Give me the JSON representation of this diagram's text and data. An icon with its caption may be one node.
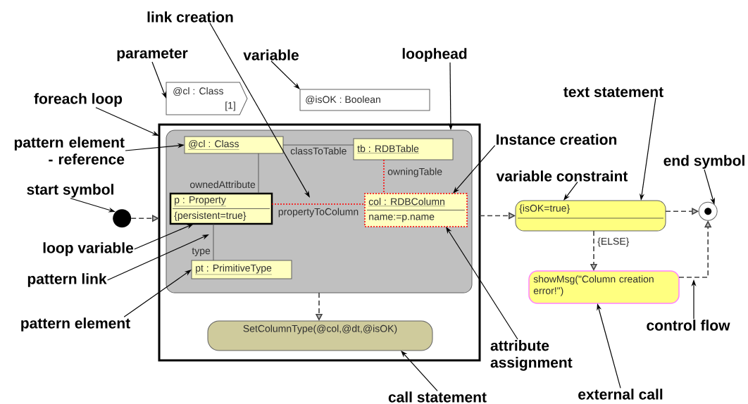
{
  "diagram": {
    "nodes": [
      {
        "text": [],
        "shape": "box"
      },
      {
        "text": [],
        "shape": "box",
        "in": 0
      },
      {
        "text": [
          "@cl : Class"
        ],
        "in": 1
      },
      {
        "text": [
          "tb : RDBTable"
        ],
        "in": 1
      },
      {
        "text": [
          "p : Property",
          "{persistent=true}"
        ],
        "in": 1
      },
      {
        "text": [
          "col : RDBColumn",
          "name:=p.name"
        ],
        "in": 1
      },
      {
        "text": [
          "pt : PrimitiveType"
        ],
        "in": 1
      },
      {
        "text": [
          "SetColumnType(@col,@dt,@isOK)"
        ],
        "in": 0
      },
      {
        "text": [
          "@cl : Class",
          "[1]"
        ]
      },
      {
        "text": [
          "@isOK : Boolean"
        ]
      },
      {
        "text": [],
        "shape": "circle"
      },
      {
        "text": [
          "{isOK=true}"
        ]
      },
      {
        "text": [],
        "shape": "circle"
      },
      {
        "text": [
          "showMsg(\"Column creation error!\")"
        ]
      },
      {
        "text": [
          "link creation"
        ]
      },
      {
        "text": [
          "parameter"
        ]
      },
      {
        "text": [
          "variable"
        ]
      },
      {
        "text": [
          "loophead"
        ]
      },
      {
        "text": [
          "foreach loop"
        ]
      },
      {
        "text": [
          "pattern element - reference"
        ]
      },
      {
        "text": [
          "start symbol"
        ]
      },
      {
        "text": [
          "Instance creation"
        ]
      },
      {
        "text": [
          "text statement"
        ]
      },
      {
        "text": [
          "variable constraint"
        ]
      },
      {
        "text": [
          "end symbol"
        ]
      },
      {
        "text": [
          "loop variable"
        ]
      },
      {
        "text": [
          "pattern link"
        ]
      },
      {
        "text": [
          "pattern element"
        ]
      },
      {
        "text": [
          "attribute assignment"
        ]
      },
      {
        "text": [
          "control flow"
        ]
      },
      {
        "text": [
          "external call"
        ]
      },
      {
        "text": [
          "call statement"
        ]
      }
    ],
    "edges": [
      {
        "from": 2,
        "to": 3,
        "arrow": "none",
        "label": "classToTable"
      },
      {
        "from": 2,
        "to": 4,
        "arrow": "none",
        "label": "ownedAttribute"
      },
      {
        "from": 3,
        "to": 5,
        "arrow": "none",
        "label": "owningTable",
        "style": "dashed",
        "color": "#ff0000"
      },
      {
        "from": 4,
        "to": 5,
        "arrow": "none",
        "label": "propertyToColumn",
        "style": "dashed",
        "color": "#ff0000"
      },
      {
        "from": 4,
        "to": 6,
        "arrow": "none",
        "label": "type"
      },
      {
        "from": 10,
        "to": 0,
        "arrow": "to",
        "style": "dashed"
      },
      {
        "from": 1,
        "to": 7,
        "arrow": "to",
        "style": "dashed"
      },
      {
        "from": 0,
        "to": 11,
        "arrow": "to",
        "style": "dashed"
      },
      {
        "from": 11,
        "to": 12,
        "arrow": "to",
        "style": "dashed"
      },
      {
        "from": 11,
        "to": 13,
        "arrow": "to",
        "style": "dashed",
        "label": "{ELSE}"
      },
      {
        "from": 13,
        "to": 12,
        "arrow": "to",
        "style": "dashed"
      },
      {
        "from": 14,
        "to": null,
        "arrow": "to"
      },
      {
        "from": 15,
        "to": 8,
        "arrow": "to"
      },
      {
        "from": 16,
        "to": 9,
        "arrow": "to"
      },
      {
        "from": 17,
        "to": 1,
        "arrow": "to"
      },
      {
        "from": 18,
        "to": 0,
        "arrow": "to"
      },
      {
        "from": 19,
        "to": 2,
        "arrow": "to"
      },
      {
        "from": 20,
        "to": 10,
        "arrow": "to"
      },
      {
        "from": 21,
        "to": 5,
        "arrow": "to"
      },
      {
        "from": 22,
        "to": 11,
        "arrow": "to"
      },
      {
        "from": 23,
        "to": 11,
        "arrow": "to"
      },
      {
        "from": 24,
        "to": 12,
        "arrow": "to"
      },
      {
        "from": 25,
        "to": 4,
        "arrow": "to"
      },
      {
        "from": 26,
        "to": null,
        "arrow": "to"
      },
      {
        "from": 27,
        "to": 6,
        "arrow": "to"
      },
      {
        "from": 28,
        "to": 5,
        "arrow": "to"
      },
      {
        "from": 29,
        "to": null,
        "arrow": "to"
      },
      {
        "from": 30,
        "to": 13,
        "arrow": "to"
      },
      {
        "from": 31,
        "to": 7,
        "arrow": "to"
      }
    ]
  }
}
